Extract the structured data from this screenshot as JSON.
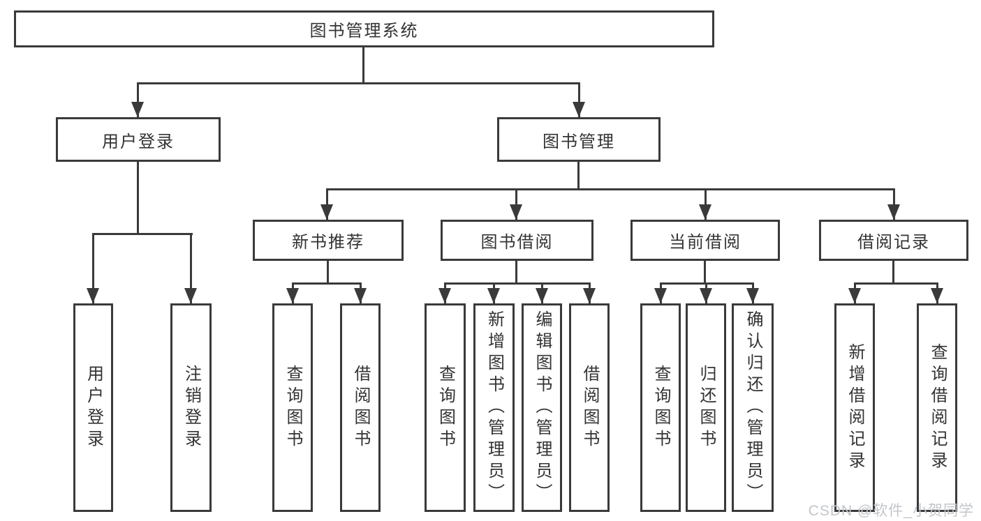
{
  "colors": {
    "line": "#3a3a3a",
    "text": "#333333",
    "watermark": "#c2c6ca"
  },
  "watermark": {
    "text": "CSDN @软件_小贺同学"
  },
  "tree": {
    "label": "图书管理系统",
    "children": [
      {
        "label": "用户登录",
        "children": [
          {
            "label": "用户登录"
          },
          {
            "label": "注销登录"
          }
        ]
      },
      {
        "label": "图书管理",
        "children": [
          {
            "label": "新书推荐",
            "children": [
              {
                "label": "查询图书"
              },
              {
                "label": "借阅图书"
              }
            ]
          },
          {
            "label": "图书借阅",
            "children": [
              {
                "label": "查询图书"
              },
              {
                "label": "新增图书（管理员）"
              },
              {
                "label": "编辑图书（管理员）"
              },
              {
                "label": "借阅图书"
              }
            ]
          },
          {
            "label": "当前借阅",
            "children": [
              {
                "label": "查询图书"
              },
              {
                "label": "归还图书"
              },
              {
                "label": "确认归还（管理员）"
              }
            ]
          },
          {
            "label": "借阅记录",
            "children": [
              {
                "label": "新增借阅记录"
              },
              {
                "label": "查询借阅记录"
              }
            ]
          }
        ]
      }
    ]
  }
}
